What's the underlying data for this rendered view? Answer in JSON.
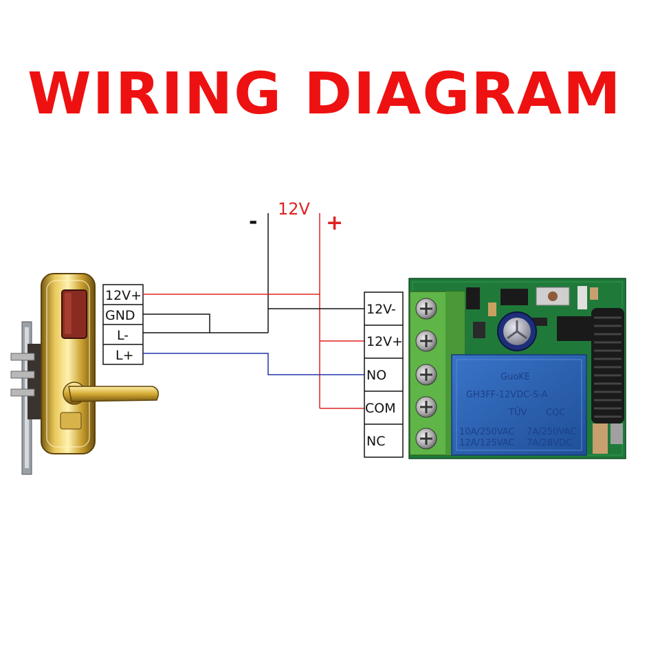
{
  "title": "WIRING DIAGRAM",
  "supply": {
    "label": "12V",
    "minus": "-",
    "plus": "+"
  },
  "lock_terminals": [
    "12V+",
    "GND",
    "L-",
    "L+"
  ],
  "relay_terminals": [
    "12V-",
    "12V+",
    "NO",
    "COM",
    "NC"
  ],
  "relay_markings": [
    "GuoKE",
    "GH3FF-12VDC-S-A",
    "10A/250VAC",
    "12A/125VAC",
    "7A/250VAC",
    "7A/28VDC",
    "TÜV",
    "CQC"
  ],
  "colors": {
    "title": "#ee1111",
    "positive_wire": "#e02020",
    "negative_wire": "#111111",
    "signal_wire": "#2233aa",
    "relay_blue": "#2a5fb0",
    "terminal_green": "#5fb547",
    "pcb_green": "#1f7a3a"
  },
  "icons": [
    "door-lock-image",
    "relay-module-image",
    "antenna-coil"
  ]
}
